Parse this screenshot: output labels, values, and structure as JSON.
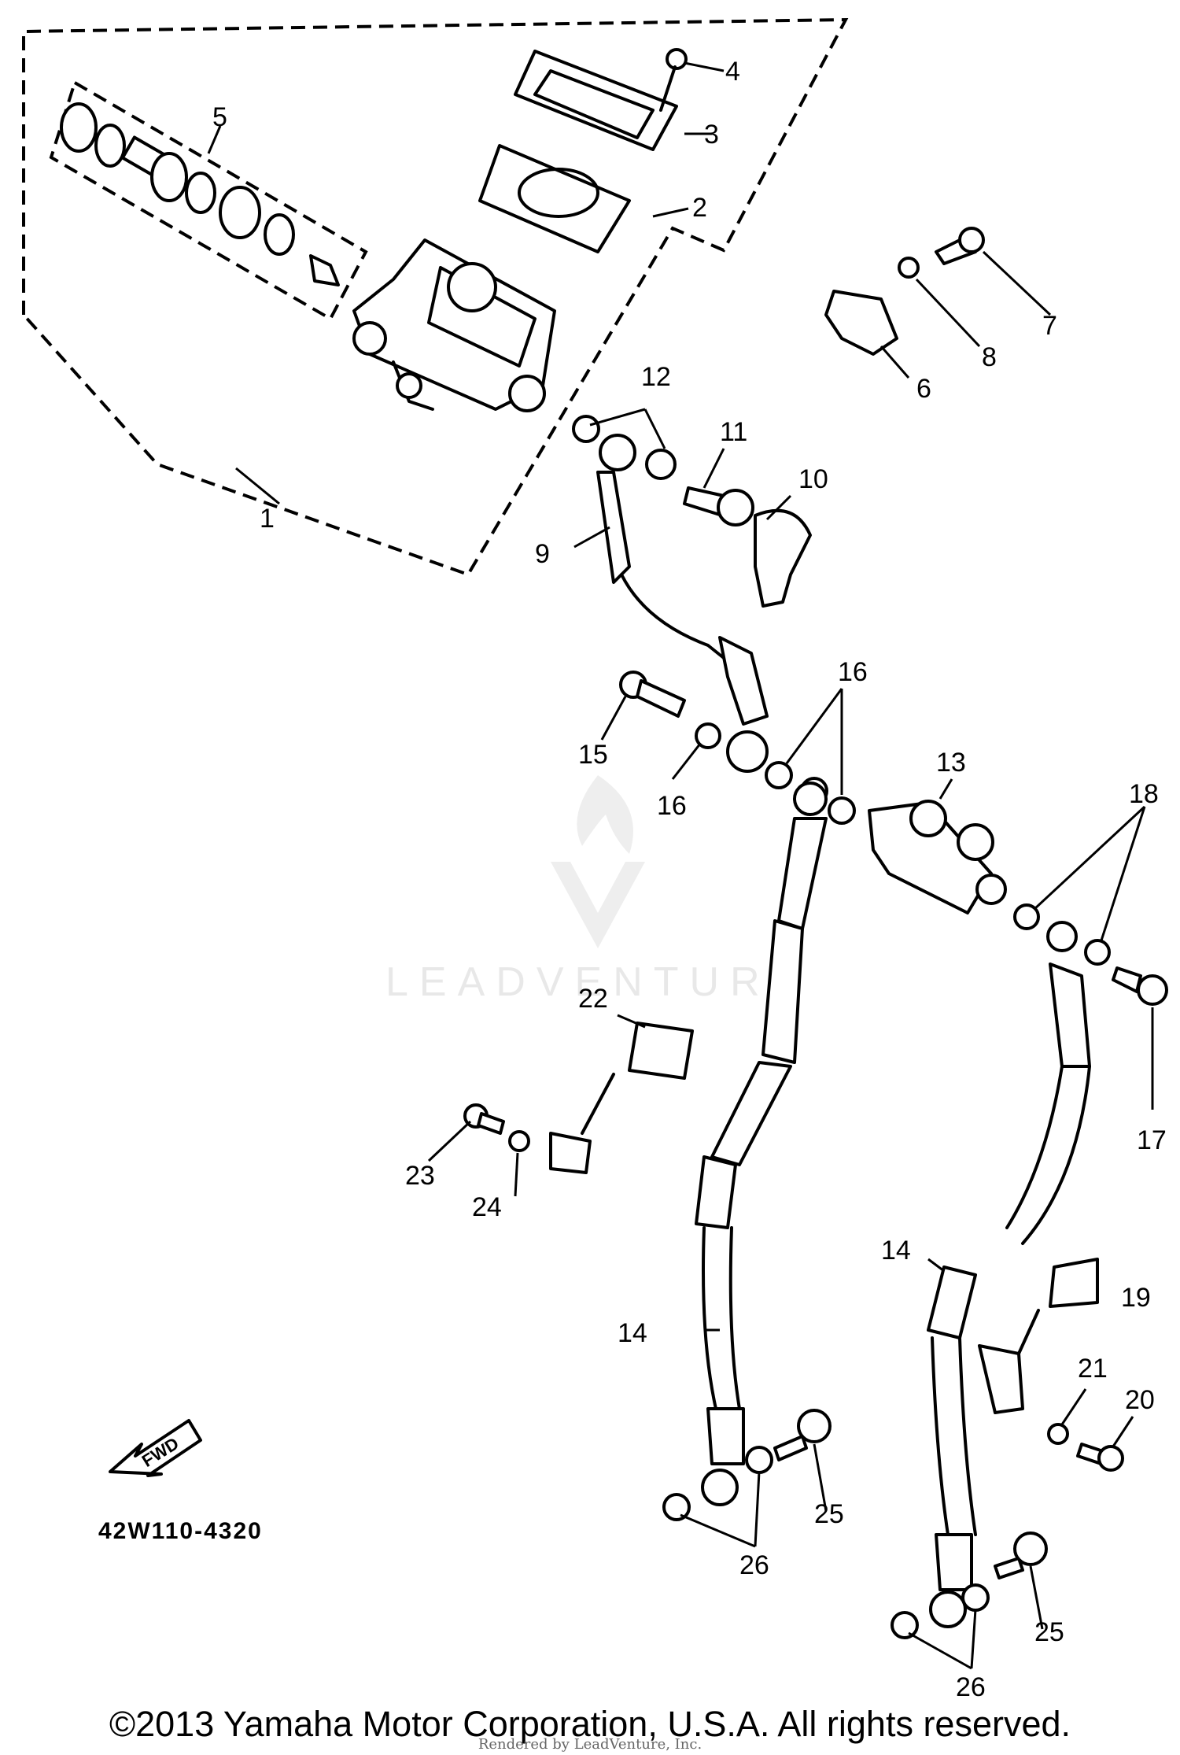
{
  "diagram": {
    "drawing_number": "42W110-4320",
    "fwd_label": "FWD",
    "callouts": {
      "c1": "1",
      "c2": "2",
      "c3": "3",
      "c4": "4",
      "c5": "5",
      "c6": "6",
      "c7": "7",
      "c8": "8",
      "c9": "9",
      "c10": "10",
      "c11": "11",
      "c12": "12",
      "c13": "13",
      "c14a": "14",
      "c14b": "14",
      "c15": "15",
      "c16a": "16",
      "c16b": "16",
      "c17": "17",
      "c18": "18",
      "c19": "19",
      "c20": "20",
      "c21": "21",
      "c22": "22",
      "c23": "23",
      "c24": "24",
      "c25a": "25",
      "c25b": "25",
      "c26a": "26",
      "c26b": "26"
    }
  },
  "watermark": {
    "text": "LEADVENTURE"
  },
  "footer": {
    "copyright": "©2013 Yamaha Motor Corporation, U.S.A. All rights reserved.",
    "rendered_by": "Rendered by LeadVenture, Inc."
  }
}
